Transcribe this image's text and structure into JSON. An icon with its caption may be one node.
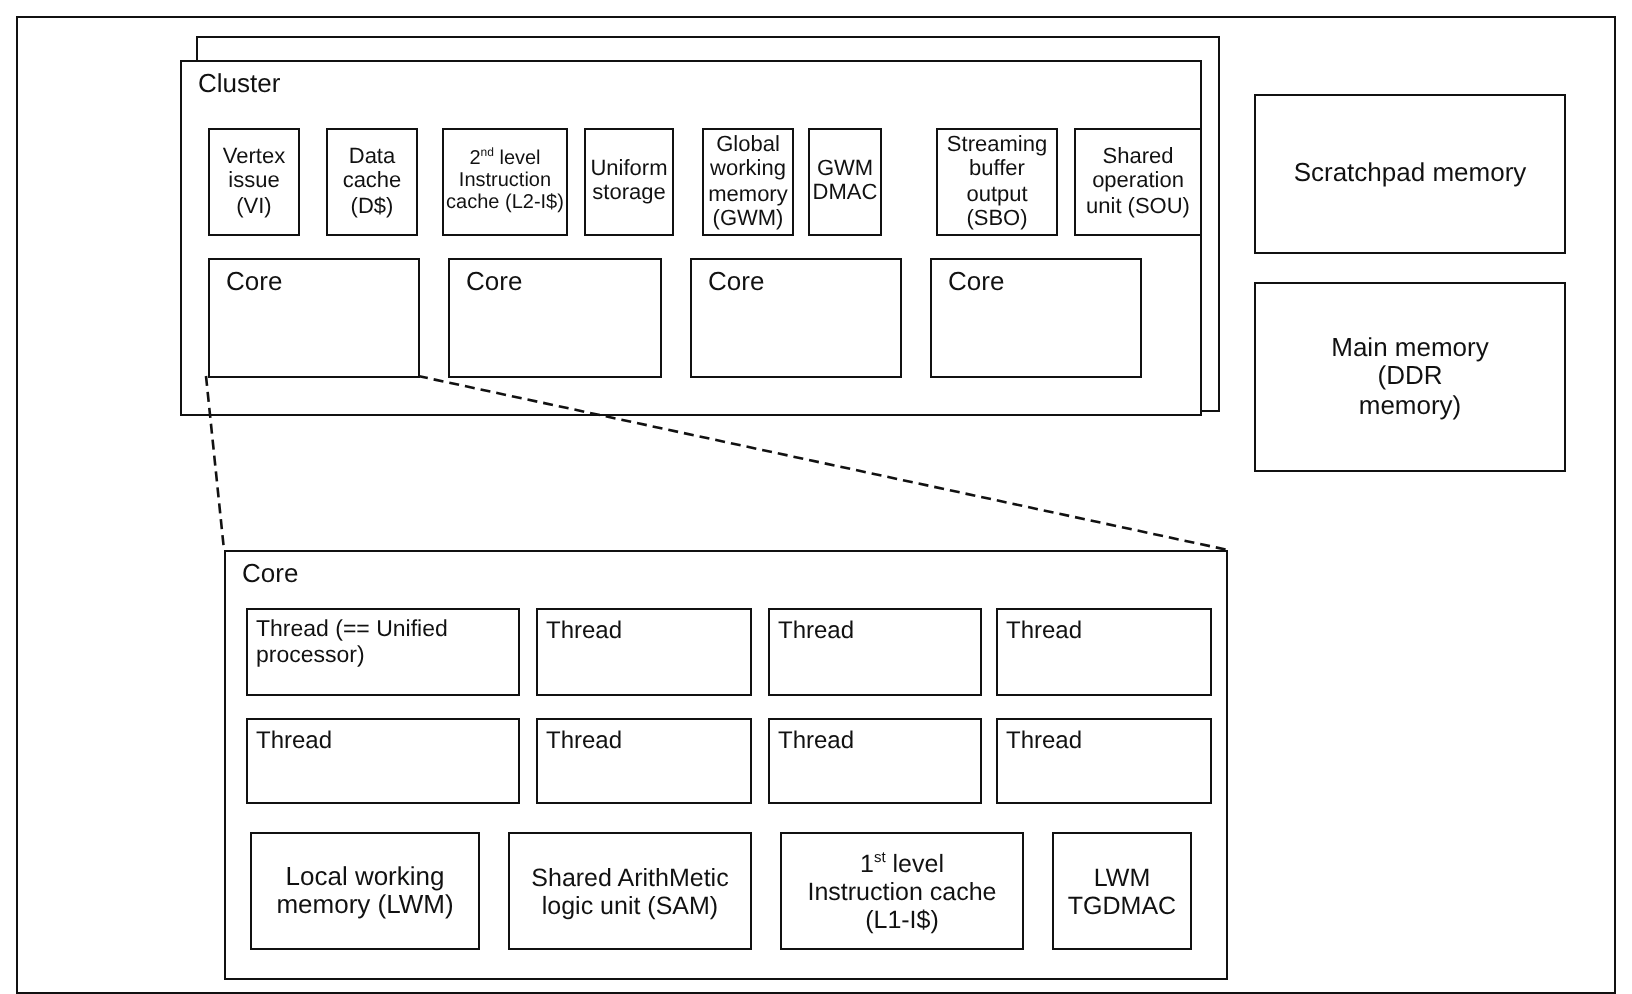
{
  "diagram": {
    "nodes": [
      {
        "text": [
          "Cluster"
        ]
      },
      {
        "text": [
          "Vertex issue (VI)"
        ],
        "in": 0
      },
      {
        "text": [
          "Data cache (D$)"
        ],
        "in": 0
      },
      {
        "text": [
          "2$^{nd}$ level Instruction cache (L2-I$)"
        ],
        "in": 0
      },
      {
        "text": [
          "Uniform storage"
        ],
        "in": 0
      },
      {
        "text": [
          "Global working memory (GWM)"
        ],
        "in": 0
      },
      {
        "text": [
          "GWM DMAC"
        ],
        "in": 0
      },
      {
        "text": [
          "Streaming buffer output (SBO)"
        ],
        "in": 0
      },
      {
        "text": [
          "Shared operation unit (SOU)"
        ],
        "in": 0
      },
      {
        "text": [
          "Core"
        ],
        "in": 0
      },
      {
        "text": [
          "Core"
        ],
        "in": 0
      },
      {
        "text": [
          "Core"
        ],
        "in": 0
      },
      {
        "text": [
          "Core"
        ],
        "in": 0
      },
      {
        "text": [
          "Scratchpad memory"
        ]
      },
      {
        "text": [
          "Main memory (DDR memory)"
        ]
      },
      {
        "text": [
          "Core"
        ]
      },
      {
        "text": [
          "Thread (== Unified processor)"
        ],
        "in": 15
      },
      {
        "text": [
          "Thread"
        ],
        "in": 15
      },
      {
        "text": [
          "Thread"
        ],
        "in": 15
      },
      {
        "text": [
          "Thread"
        ],
        "in": 15
      },
      {
        "text": [
          "Thread"
        ],
        "in": 15
      },
      {
        "text": [
          "Thread"
        ],
        "in": 15
      },
      {
        "text": [
          "Thread"
        ],
        "in": 15
      },
      {
        "text": [
          "Thread"
        ],
        "in": 15
      },
      {
        "text": [
          "Local working memory (LWM)"
        ],
        "in": 15
      },
      {
        "text": [
          "Shared ArithMetic logic unit (SAM)"
        ],
        "in": 15
      },
      {
        "text": [
          "1$^{st}$ level Instruction cache (L1-I$)"
        ],
        "in": 15
      },
      {
        "text": [
          "LWM TGDMAC"
        ],
        "in": 15
      }
    ],
    "edges": [
      {
        "from": 9,
        "to": 15,
        "arrow": "none",
        "style": "dashed"
      },
      {
        "from": 9,
        "to": 15,
        "arrow": "none",
        "style": "dashed"
      }
    ]
  }
}
